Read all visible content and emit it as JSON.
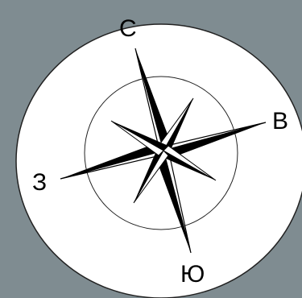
{
  "compass": {
    "north_label": "С",
    "east_label": "В",
    "south_label": "Ю",
    "west_label": "З"
  },
  "colors": {
    "background": "#7f8c91",
    "face": "#ffffff",
    "ink": "#000000"
  }
}
